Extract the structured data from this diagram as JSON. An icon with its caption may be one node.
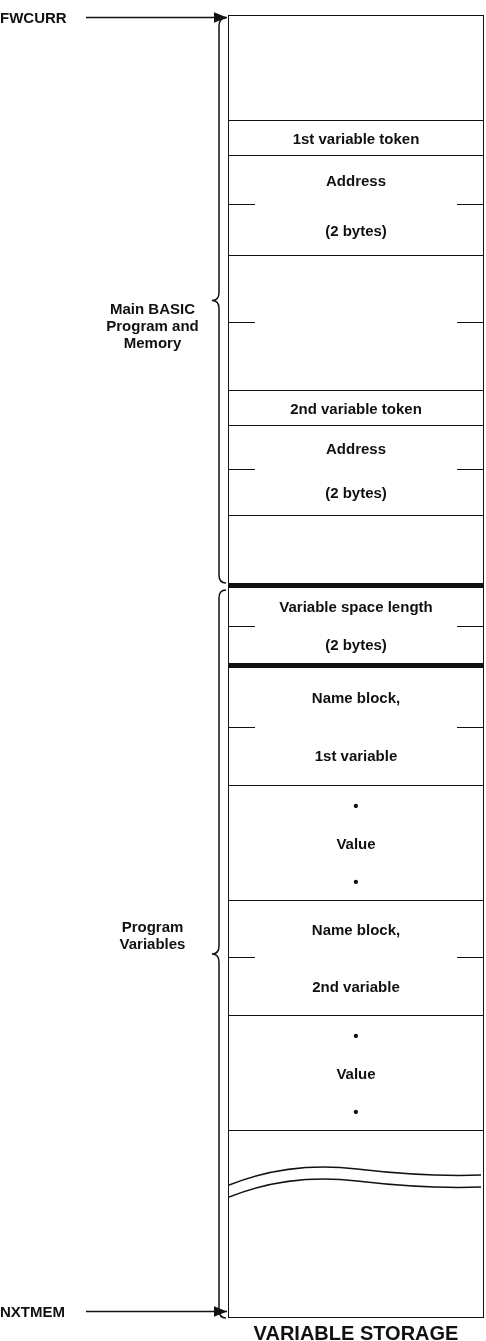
{
  "diagram": {
    "title": "VARIABLE STORAGE",
    "nodes": [
      {
        "text": [
          "FWCURR"
        ]
      },
      {
        "text": [],
        "shape": "box"
      },
      {
        "text": [
          "1st variable token"
        ]
      },
      {
        "text": [
          "Address",
          "(2 bytes)"
        ]
      },
      {
        "text": [],
        "shape": "box"
      },
      {
        "text": [
          "2nd variable token"
        ]
      },
      {
        "text": [
          "Address",
          "(2 bytes)"
        ]
      },
      {
        "text": [],
        "shape": "box"
      },
      {
        "text": [
          "Variable space length",
          "(2 bytes)"
        ]
      },
      {
        "text": [
          "Name block,",
          "1st variable"
        ]
      },
      {
        "text": [
          "•",
          "Value",
          "•"
        ]
      },
      {
        "text": [
          "Name block,",
          "2nd variable"
        ]
      },
      {
        "text": [
          "•",
          "Value",
          "•"
        ]
      },
      {
        "text": [],
        "shape": "box"
      },
      {
        "text": [
          "NXTMEM"
        ]
      }
    ],
    "edges": [
      {
        "from": 0,
        "to": 1,
        "arrow": "to"
      },
      {
        "from": 14,
        "to": 13,
        "arrow": "to"
      }
    ],
    "labels": [
      "Main BASIC Program and Memory",
      "Program Variables"
    ]
  }
}
